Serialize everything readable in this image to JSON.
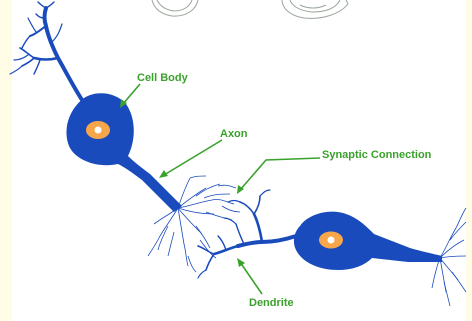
{
  "diagram": {
    "labels": {
      "cell_body": "Cell Body",
      "axon": "Axon",
      "synaptic_connection": "Synaptic Connection",
      "dendrite": "Dendrite"
    },
    "colors": {
      "neuron": "#1a4bbd",
      "nucleus": "#f7a64a",
      "label": "#3aa12c",
      "background_tint": "#fffde6"
    }
  }
}
